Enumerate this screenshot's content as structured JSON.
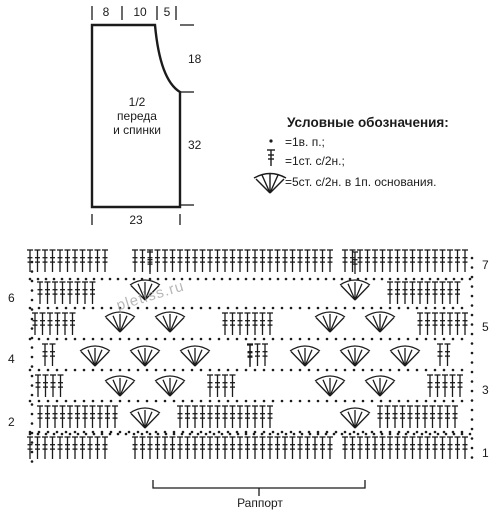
{
  "schematic": {
    "top_dims": [
      "8",
      "10",
      "5"
    ],
    "side_dims": [
      "18",
      "32"
    ],
    "bottom_dim": "23",
    "center_lines": [
      "1/2",
      "переда",
      "и спинки"
    ]
  },
  "legend": {
    "title": "Условные обозначения:",
    "items": [
      {
        "symbol": "chain-stitch-icon",
        "label": "=1в. п.;"
      },
      {
        "symbol": "double-crochet-icon",
        "label": "=1ст. с/2н.;"
      },
      {
        "symbol": "fan-shell-icon",
        "label": "=5ст. с/2н. в 1п. основания."
      }
    ]
  },
  "chart": {
    "rows_right": [
      "7",
      "5",
      "3",
      "1"
    ],
    "rows_left": [
      "6",
      "4",
      "2"
    ],
    "repeat_label": "Раппорт",
    "watermark": "pletiss.ru"
  },
  "colors": {
    "ink": "#1b1b1b",
    "paper": "#ffffff"
  }
}
